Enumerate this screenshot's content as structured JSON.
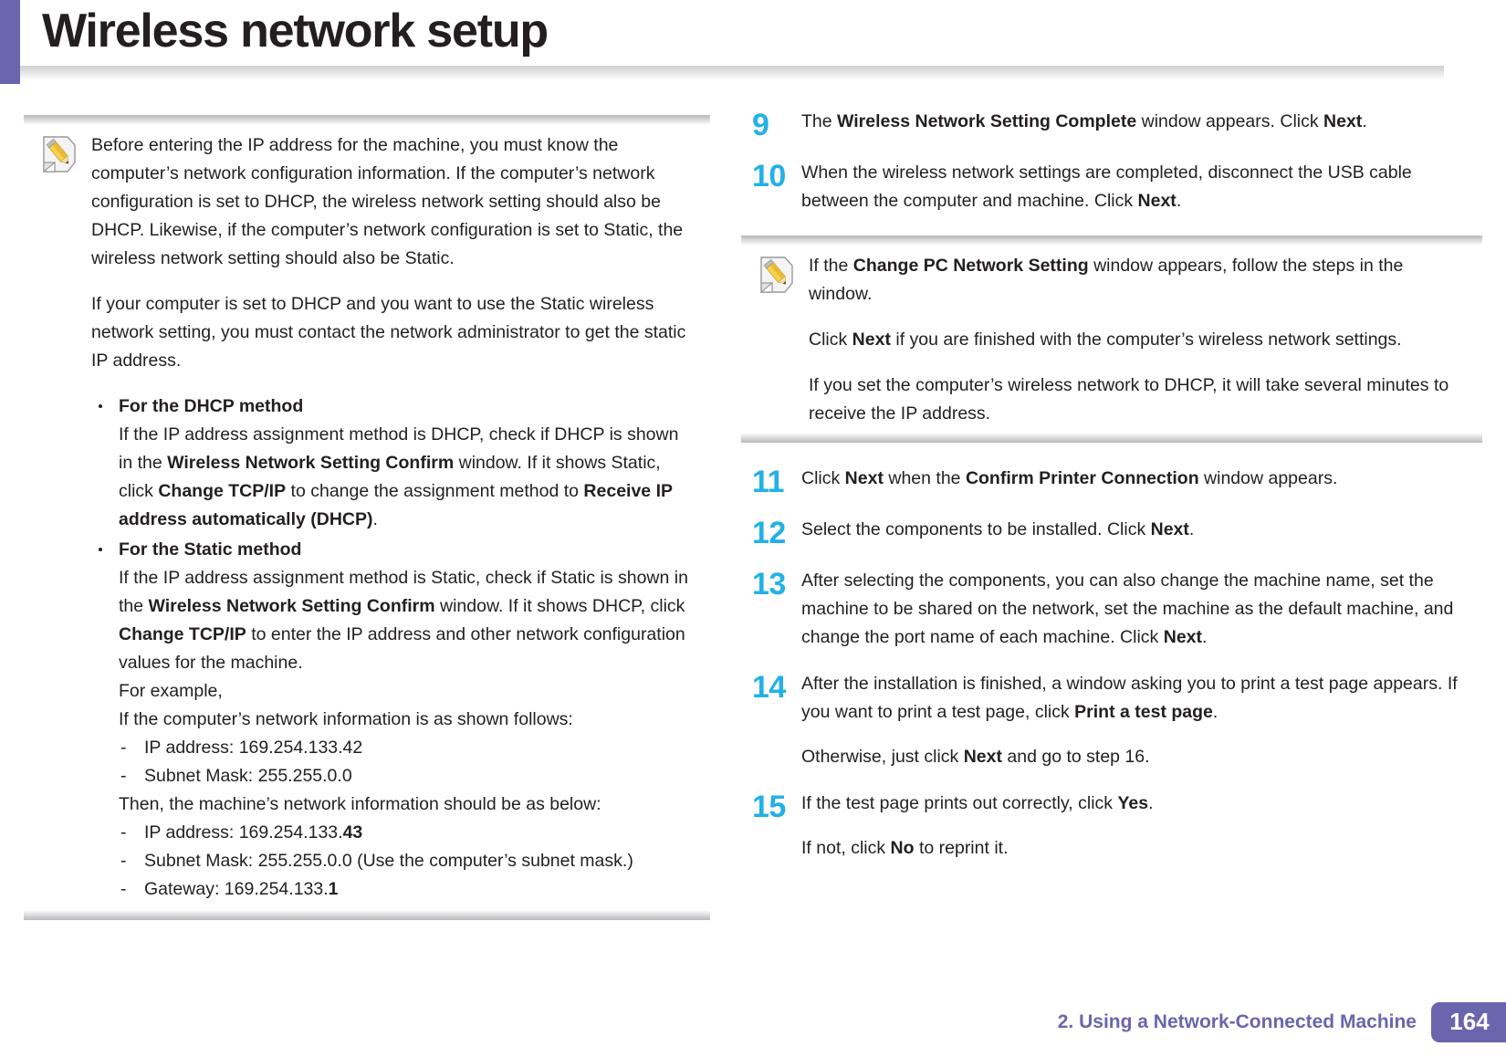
{
  "page": {
    "title": "Wireless network setup",
    "accent_purple": "#6b65ad",
    "accent_cyan": "#22b1e6",
    "text_color": "#231f20"
  },
  "left_column": {
    "note": {
      "icon": "note-pencil-icon",
      "paragraphs": [
        "Before entering the IP address for the machine, you must know the computer’s network configuration information. If the computer’s network configuration is set to DHCP, the wireless network setting should also be DHCP. Likewise, if the computer’s network configuration is set to Static, the wireless network setting should also be Static.",
        "If your computer is set to DHCP and you want to use the Static wireless network setting, you must contact the network administrator to get the static IP address."
      ],
      "bullets": [
        {
          "heading": "For the DHCP method",
          "body_runs": [
            {
              "t": "If the IP address assignment method is DHCP, check if DHCP is shown in the ",
              "b": false
            },
            {
              "t": "Wireless Network Setting Confirm",
              "b": true
            },
            {
              "t": " window. If it shows Static, click ",
              "b": false
            },
            {
              "t": "Change TCP/IP",
              "b": true
            },
            {
              "t": " to change the assignment method to ",
              "b": false
            },
            {
              "t": "Receive IP address automatically (DHCP)",
              "b": true
            },
            {
              "t": ".",
              "b": false
            }
          ]
        },
        {
          "heading": "For the Static method",
          "body_runs": [
            {
              "t": "If the IP address assignment method is Static, check if Static is shown in the ",
              "b": false
            },
            {
              "t": "Wireless Network Setting Confirm",
              "b": true
            },
            {
              "t": " window. If it shows DHCP, click ",
              "b": false
            },
            {
              "t": "Change TCP/IP",
              "b": true
            },
            {
              "t": " to enter the IP address and other network configuration values for the machine.",
              "b": false
            }
          ],
          "example_label": "For example,",
          "example_intro": "If the computer’s network information is as shown follows:",
          "computer_values": [
            {
              "dash": "-",
              "runs": [
                {
                  "t": "IP address: 169.254.133.42",
                  "b": false
                }
              ]
            },
            {
              "dash": "-",
              "runs": [
                {
                  "t": "Subnet Mask: 255.255.0.0",
                  "b": false
                }
              ]
            }
          ],
          "machine_intro": "Then, the machine’s network information should be as below:",
          "machine_values": [
            {
              "dash": "-",
              "runs": [
                {
                  "t": "IP address: 169.254.133.",
                  "b": false
                },
                {
                  "t": "43",
                  "b": true
                }
              ]
            },
            {
              "dash": "-",
              "runs": [
                {
                  "t": "Subnet Mask: 255.255.0.0 (Use the computer’s subnet mask.)",
                  "b": false
                }
              ]
            },
            {
              "dash": "-",
              "runs": [
                {
                  "t": "Gateway: 169.254.133.",
                  "b": false
                },
                {
                  "t": "1",
                  "b": true
                }
              ]
            }
          ]
        }
      ]
    }
  },
  "right_column": {
    "steps_top": [
      {
        "number": "9",
        "paragraphs": [
          [
            {
              "t": "The ",
              "b": false
            },
            {
              "t": "Wireless Network Setting Complete",
              "b": true
            },
            {
              "t": " window appears. Click ",
              "b": false
            },
            {
              "t": "Next",
              "b": true
            },
            {
              "t": ".",
              "b": false
            }
          ]
        ]
      },
      {
        "number": "10",
        "paragraphs": [
          [
            {
              "t": "When the wireless network settings are completed, disconnect the USB cable between the computer and machine. Click ",
              "b": false
            },
            {
              "t": "Next",
              "b": true
            },
            {
              "t": ".",
              "b": false
            }
          ]
        ]
      }
    ],
    "note": {
      "icon": "note-pencil-icon",
      "paragraphs": [
        [
          {
            "t": "If the ",
            "b": false
          },
          {
            "t": "Change PC Network Setting",
            "b": true
          },
          {
            "t": " window appears, follow the steps in the window.",
            "b": false
          }
        ],
        [
          {
            "t": "Click ",
            "b": false
          },
          {
            "t": "Next",
            "b": true
          },
          {
            "t": " if you are finished with the computer’s wireless network settings.",
            "b": false
          }
        ],
        [
          {
            "t": "If you set the computer’s wireless network to DHCP, it will take several minutes to receive the IP address.",
            "b": false
          }
        ]
      ]
    },
    "steps_bottom": [
      {
        "number": "11",
        "paragraphs": [
          [
            {
              "t": "Click ",
              "b": false
            },
            {
              "t": "Next",
              "b": true
            },
            {
              "t": " when the ",
              "b": false
            },
            {
              "t": "Confirm Printer Connection",
              "b": true
            },
            {
              "t": " window appears.",
              "b": false
            }
          ]
        ]
      },
      {
        "number": "12",
        "paragraphs": [
          [
            {
              "t": "Select the components to be installed. Click ",
              "b": false
            },
            {
              "t": "Next",
              "b": true
            },
            {
              "t": ".",
              "b": false
            }
          ]
        ]
      },
      {
        "number": "13",
        "paragraphs": [
          [
            {
              "t": "After selecting the components, you can also change the machine name, set the machine to be shared on the network, set the machine as the default machine, and change the port name of each machine. Click ",
              "b": false
            },
            {
              "t": "Next",
              "b": true
            },
            {
              "t": ".",
              "b": false
            }
          ]
        ]
      },
      {
        "number": "14",
        "paragraphs": [
          [
            {
              "t": "After the installation is finished, a window asking you to print a test page appears. If you want to print a test page, click ",
              "b": false
            },
            {
              "t": "Print a test page",
              "b": true
            },
            {
              "t": ".",
              "b": false
            }
          ],
          [
            {
              "t": "Otherwise, just click ",
              "b": false
            },
            {
              "t": "Next",
              "b": true
            },
            {
              "t": " and go to step 16.",
              "b": false
            }
          ]
        ]
      },
      {
        "number": "15",
        "paragraphs": [
          [
            {
              "t": "If the test page prints out correctly, click ",
              "b": false
            },
            {
              "t": "Yes",
              "b": true
            },
            {
              "t": ".",
              "b": false
            }
          ],
          [
            {
              "t": "If not, click ",
              "b": false
            },
            {
              "t": "No",
              "b": true
            },
            {
              "t": " to reprint it.",
              "b": false
            }
          ]
        ]
      }
    ]
  },
  "footer": {
    "chapter": "2.  Using a Network-Connected Machine",
    "page_number": "164"
  }
}
